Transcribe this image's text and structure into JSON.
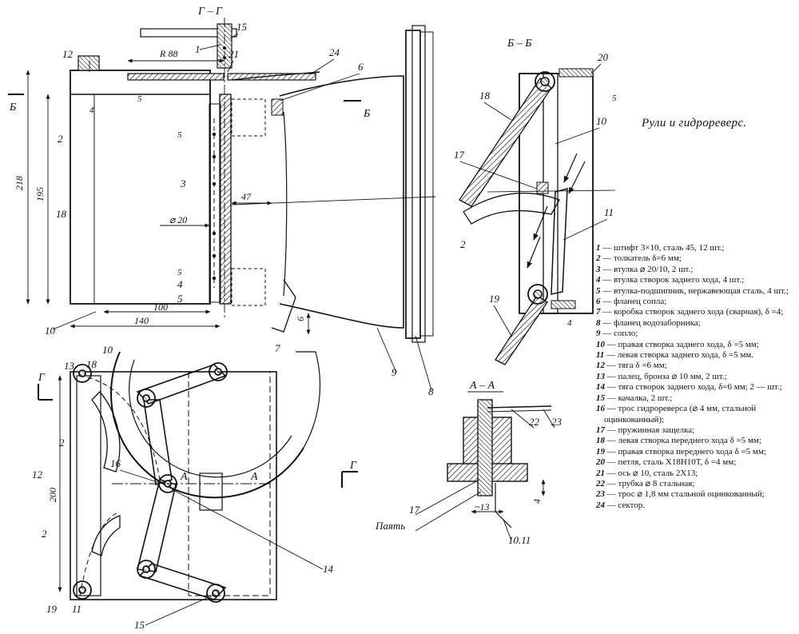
{
  "caption": "Рули и гидрореверс.",
  "sections": {
    "gg": "Г – Г",
    "bb": "Б – Б",
    "aa": "А – А",
    "b_mark": "Б",
    "g_mark": "Г",
    "a_mark": "А"
  },
  "dimensions": {
    "r88": "R 88",
    "d218": "218",
    "d195": "195",
    "d47": "47",
    "d20": "⌀ 20",
    "d100": "100",
    "d140": "140",
    "d6": "6",
    "d200": "200",
    "d13": "~13",
    "d4": "4",
    "w4a": "4",
    "w5a": "5",
    "w5b": "5",
    "w5c": "5",
    "w5d": "5",
    "w4b": "4"
  },
  "labels": {
    "pyat": "Паять",
    "n1011": "10.11",
    "n1": "1",
    "n2": "2",
    "n3": "3",
    "n4": "4",
    "n5": "5",
    "n6": "6",
    "n7": "7",
    "n8": "8",
    "n9": "9",
    "n10": "10",
    "n11": "11",
    "n12": "12",
    "n13": "13",
    "n14": "14",
    "n15": "15",
    "n16": "16",
    "n17": "17",
    "n18": "18",
    "n19": "19",
    "n20": "20",
    "n21": "21",
    "n22": "22",
    "n23": "23",
    "n24": "24"
  },
  "legend": [
    {
      "num": "1",
      "text": "— штифт 3×10, сталь 45, 12 шт.;"
    },
    {
      "num": "2",
      "text": "— толкатель δ=6 мм;"
    },
    {
      "num": "3",
      "text": "— втулка ⌀ 20/10, 2 шт.;"
    },
    {
      "num": "4",
      "text": "— втулка створок заднего хода, 4 шт.;"
    },
    {
      "num": "5",
      "text": "— втулка-подшипник, нержавеющая сталь, 4 шт.;"
    },
    {
      "num": "6",
      "text": "— фланец сопла;"
    },
    {
      "num": "7",
      "text": "— коробка створок заднего хода (сварная), δ =4;"
    },
    {
      "num": "8",
      "text": "— фланец водозаборника;"
    },
    {
      "num": "9",
      "text": "— сопло;"
    },
    {
      "num": "10",
      "text": "— правая створка заднего хода, δ =5 мм;"
    },
    {
      "num": "11",
      "text": "— левая створка заднего хода, δ =5 мм."
    },
    {
      "num": "12",
      "text": "— тяга δ =6 мм;"
    },
    {
      "num": "13",
      "text": "— палец, бронза ⌀ 10 мм, 2 шт.;"
    },
    {
      "num": "14",
      "text": "— тяга створок заднего хода, δ=6 мм; 2 — шт.;"
    },
    {
      "num": "15",
      "text": "— качалка, 2 шт.;"
    },
    {
      "num": "16",
      "text": "— трос гидрореверса (⌀ 4 мм, стальной оцинкованный);"
    },
    {
      "num": "17",
      "text": "— пружинная защелка;"
    },
    {
      "num": "18",
      "text": "— левая створка переднего хода δ =5 мм;"
    },
    {
      "num": "19",
      "text": "— правая створка переднего хода δ =5 мм;"
    },
    {
      "num": "20",
      "text": "— петля, сталь Х18Н10Т, δ =4 мм;"
    },
    {
      "num": "21",
      "text": "— ось ⌀ 10, сталь 2Х13;"
    },
    {
      "num": "22",
      "text": "— трубка ⌀ 8 стальная;"
    },
    {
      "num": "23",
      "text": "— трос ⌀ 1,8 мм стальной оцинкованный;"
    },
    {
      "num": "24",
      "text": "— сектор."
    }
  ]
}
